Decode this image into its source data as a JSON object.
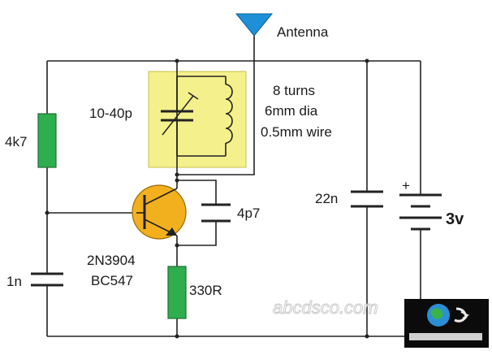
{
  "labels": {
    "antenna": "Antenna",
    "coil_line1": "8 turns",
    "coil_line2": "6mm dia",
    "coil_line3": "0.5mm wire",
    "trimmer": "10-40p",
    "r1": "4k7",
    "c_feedback": "4p7",
    "c_decouple": "22n",
    "battery_plus": "+",
    "battery": "3v",
    "transistor_line1": "2N3904",
    "transistor_line2": "BC547",
    "c_base": "1n",
    "r_emitter": "330R",
    "watermark": "abcdsco.com"
  },
  "colors": {
    "resistor": "#2fae4f",
    "transistor": "#f2b01e",
    "tank_highlight": "#f4f08c",
    "antenna": "#1e90d8",
    "wire": "#222222"
  }
}
